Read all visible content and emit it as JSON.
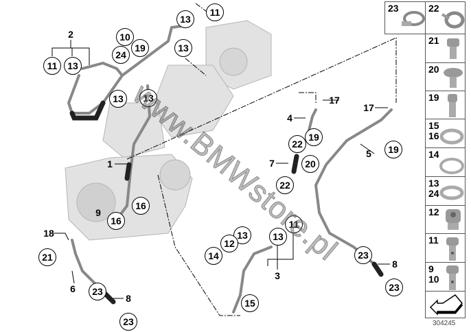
{
  "diagram_number": "304245",
  "watermark": "www.BMWstore.pl",
  "callouts": [
    "11",
    "13",
    "13",
    "2",
    "11",
    "13",
    "10",
    "24",
    "19",
    "13",
    "13",
    "17",
    "4",
    "19",
    "17",
    "19",
    "5",
    "22",
    "7",
    "20",
    "22",
    "1",
    "16",
    "16",
    "9",
    "18",
    "21",
    "6",
    "23",
    "8",
    "23",
    "13",
    "13",
    "11",
    "12",
    "14",
    "3",
    "15",
    "23",
    "8",
    "23"
  ],
  "parts_legend": [
    {
      "label": "23",
      "icon": "hose-clamp-icon"
    },
    {
      "label": "22",
      "icon": "spring-clamp-icon"
    },
    {
      "label": "21",
      "icon": "hex-bolt-icon"
    },
    {
      "label": "20",
      "icon": "collar-screw-icon"
    },
    {
      "label": "19",
      "icon": "socket-screw-icon"
    },
    {
      "label": "15\n16",
      "icon": "seal-ring-icon"
    },
    {
      "label": "14",
      "icon": "seal-ring-icon"
    },
    {
      "label": "13\n24",
      "icon": "seal-ring-icon"
    },
    {
      "label": "12",
      "icon": "screw-plug-icon"
    },
    {
      "label": "11",
      "icon": "banjo-bolt-icon"
    },
    {
      "label": "9\n10",
      "icon": "banjo-bolt-icon"
    }
  ]
}
